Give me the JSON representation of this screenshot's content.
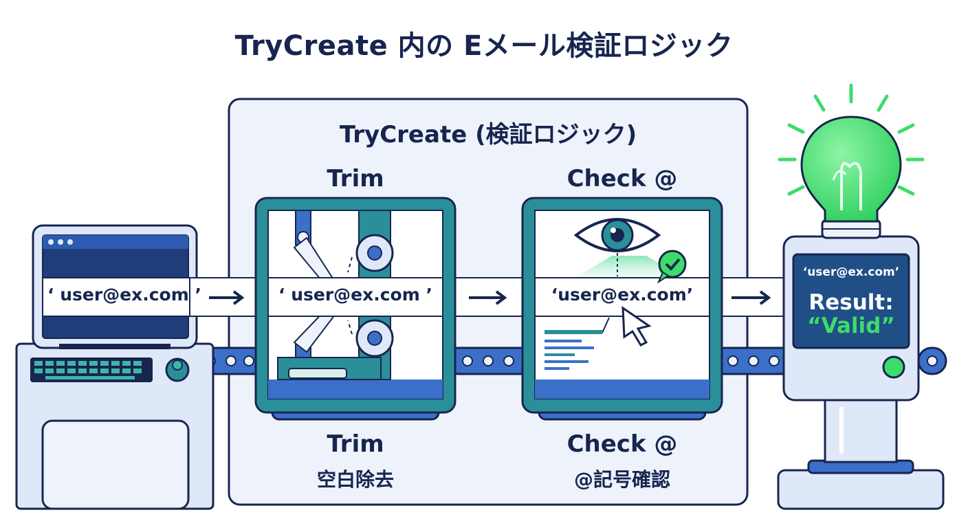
{
  "title": "TryCreate 内の Eメール検証ロジック",
  "group": {
    "title": "TryCreate (検証ロジック)"
  },
  "input": {
    "email": "‘ user@ex.com ’"
  },
  "stages": [
    {
      "top_label": "Trim",
      "bottom_label": "Trim",
      "sub_label": "空白除去",
      "email": "‘ user@ex.com ’"
    },
    {
      "top_label": "Check @",
      "bottom_label": "Check @",
      "sub_label": "@記号確認",
      "email": "‘user@ex.com’"
    }
  ],
  "result": {
    "email": "‘user@ex.com’",
    "label": "Result:",
    "value": "“Valid”"
  },
  "colors": {
    "navy": "#17254f",
    "teal": "#2b8f9a",
    "blue": "#3b6fc9",
    "panel": "#eef3fb",
    "green": "#3ddc6a"
  }
}
